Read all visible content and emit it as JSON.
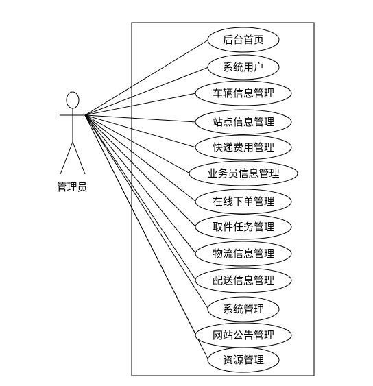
{
  "actor": {
    "label": "管理员"
  },
  "use_cases": [
    {
      "label": "后台首页"
    },
    {
      "label": "系统用户"
    },
    {
      "label": "车辆信息管理"
    },
    {
      "label": "站点信息管理"
    },
    {
      "label": "快递费用管理"
    },
    {
      "label": "业务员信息管理"
    },
    {
      "label": "在线下单管理"
    },
    {
      "label": "取件任务管理"
    },
    {
      "label": "物流信息管理"
    },
    {
      "label": "配送信息管理"
    },
    {
      "label": "系统管理"
    },
    {
      "label": "网站公告管理"
    },
    {
      "label": "资源管理"
    }
  ],
  "colors": {
    "stroke": "#000000",
    "background": "#ffffff"
  }
}
